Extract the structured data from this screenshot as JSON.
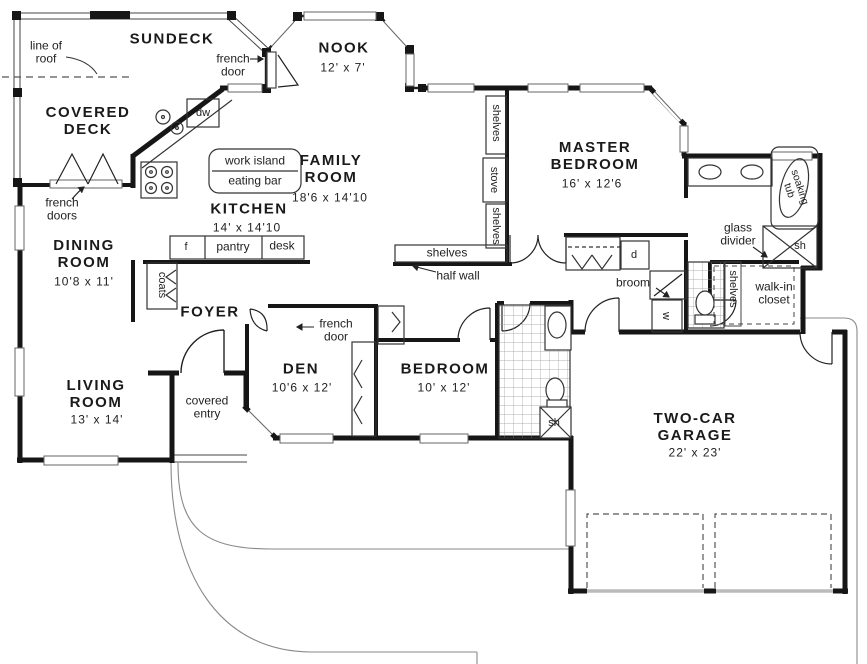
{
  "plan": {
    "rooms": {
      "sundeck": {
        "name": "SUNDECK"
      },
      "nook": {
        "name": "NOOK",
        "dims": "12' x 7'"
      },
      "covered_deck": {
        "name": "COVERED DECK"
      },
      "kitchen": {
        "name": "KITCHEN",
        "dims": "14' x 14'10"
      },
      "family_room": {
        "name": "FAMILY ROOM",
        "dims": "18'6 x 14'10"
      },
      "master_bedroom": {
        "name": "MASTER BEDROOM",
        "dims": "16' x 12'6"
      },
      "dining_room": {
        "name": "DINING ROOM",
        "dims": "10'8 x 11'"
      },
      "foyer": {
        "name": "FOYER"
      },
      "den": {
        "name": "DEN",
        "dims": "10'6 x 12'"
      },
      "bedroom": {
        "name": "BEDROOM",
        "dims": "10' x 12'"
      },
      "living_room": {
        "name": "LIVING ROOM",
        "dims": "13' x 14'"
      },
      "garage": {
        "name": "TWO-CAR GARAGE",
        "dims": "22' x 23'"
      },
      "covered_entry": {
        "name": "covered entry"
      },
      "walk_in_closet": {
        "name": "walk-in closet"
      }
    },
    "annotations": {
      "line_of_roof": "line of roof",
      "french_door_top": "french door",
      "french_doors_deck": "french doors",
      "french_door_den": "french door",
      "work_island": "work island",
      "eating_bar": "eating bar",
      "dw": "dw",
      "fridge": "f",
      "pantry": "pantry",
      "desk": "desk",
      "coats": "coats",
      "shelves_wall_upper": "shelves",
      "stove_builtin": "stove",
      "shelves_wall_lower": "shelves",
      "shelves_half_wall": "shelves",
      "half_wall": "half wall",
      "glass_divider": "glass divider",
      "soaking_tub": "soaking tub",
      "shower_ensuite": "sh",
      "shower_main": "sh",
      "dryer": "d",
      "washer": "w",
      "broom": "broom",
      "shelves_closet": "shelves"
    },
    "colors": {
      "walls": "#161616",
      "thin_lines": "#333333",
      "site_lines": "#8a8a8a",
      "paper": "#ffffff"
    }
  }
}
